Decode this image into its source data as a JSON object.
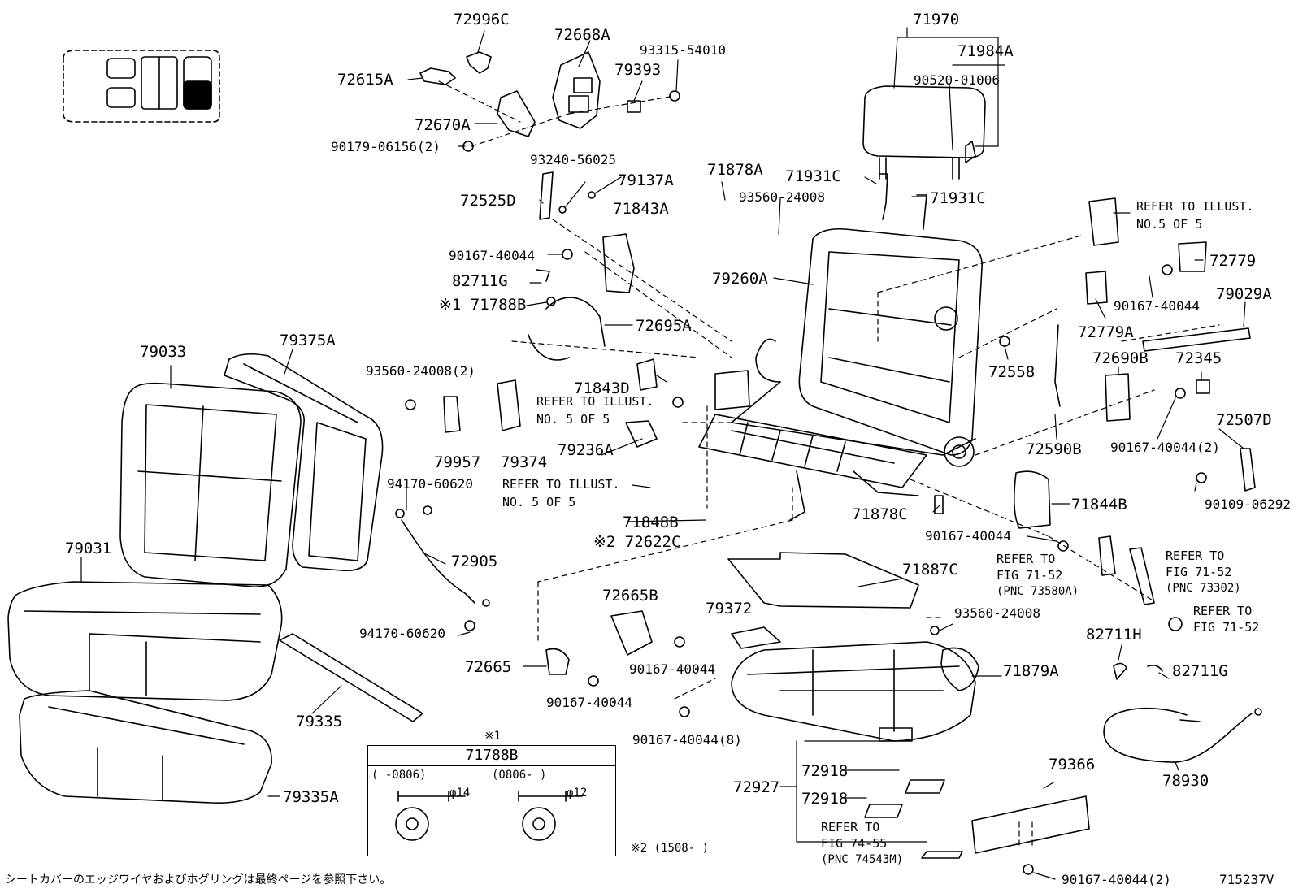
{
  "labels": {
    "p72996C": "72996C",
    "p72668A": "72668A",
    "p93315": "93315-54010",
    "p72615A": "72615A",
    "p79393": "79393",
    "p72670A": "72670A",
    "p90179": "90179-06156(2)",
    "p93240": "93240-56025",
    "p79137A": "79137A",
    "p72525D": "72525D",
    "p71843A": "71843A",
    "p90167_a": "90167-40044",
    "p82711G_a": "82711G",
    "p71788B": "※1 71788B",
    "p72695A": "72695A",
    "p71843D": "71843D",
    "p93560_2": "93560-24008(2)",
    "p79957": "79957",
    "p79374": "79374",
    "p79236A": "79236A",
    "p71848B": "71848B",
    "p72622C": "※2 72622C",
    "p79033": "79033",
    "p79375A": "79375A",
    "p94170_a": "94170-60620",
    "p72905": "72905",
    "p94170_b": "94170-60620",
    "p79031": "79031",
    "p79335": "79335",
    "p79335A": "79335A",
    "p72665B": "72665B",
    "p72665": "72665",
    "p90167_b": "90167-40044",
    "p90167_c": "90167-40044",
    "p79372": "79372",
    "p90167_8": "90167-40044(8)",
    "p71970": "71970",
    "p71984A": "71984A",
    "p90520": "90520-01006",
    "p71878A": "71878A",
    "p71931C_a": "71931C",
    "p71931C_b": "71931C",
    "p93560_a": "93560-24008",
    "p79260A": "79260A",
    "p72779": "72779",
    "p90167_d": "90167-40044",
    "p72779A": "72779A",
    "p79029A": "79029A",
    "p72558": "72558",
    "p72690B": "72690B",
    "p72345": "72345",
    "p72590B": "72590B",
    "p90167_2": "90167-40044(2)",
    "p72507D": "72507D",
    "p90109": "90109-06292",
    "p71878C": "71878C",
    "p71844B": "71844B",
    "p90167_e": "90167-40044",
    "p71887C": "71887C",
    "p93560_b": "93560-24008",
    "p71879A": "71879A",
    "p82711H": "82711H",
    "p82711G_b": "82711G",
    "p78930": "78930",
    "p79366": "79366",
    "p72927": "72927",
    "p72918_a": "72918",
    "p72918_b": "72918",
    "p90167_2b": "90167-40044(2)",
    "p715237V": "715237V"
  },
  "refs": {
    "r1a": "REFER TO ILLUST.",
    "r1b": "NO.5 OF 5",
    "r2a": "REFER TO ILLUST.",
    "r2b": "NO. 5 OF 5",
    "r3a": "REFER TO ILLUST.",
    "r3b": "NO. 5 OF 5",
    "r4a": "REFER TO",
    "r4b": "FIG 71-52",
    "r4c": "(PNC 73580A)",
    "r5a": "REFER TO",
    "r5b": "FIG 71-52",
    "r5c": "(PNC 73302)",
    "r6a": "REFER TO",
    "r6b": "FIG 71-52",
    "r7a": "REFER TO",
    "r7b": "FIG 74-55",
    "r7c": "(PNC 74543M)",
    "note2": "※2 (1508-         )"
  },
  "inset": {
    "mark": "※1",
    "title": "71788B",
    "left_range": "(     -0806)",
    "right_range": "(0806-       )",
    "left_dim": "φ14",
    "right_dim": "φ12"
  },
  "footer_note": "シートカバーのエッジワイヤおよびホグリングは最終ページを参照下さい。"
}
